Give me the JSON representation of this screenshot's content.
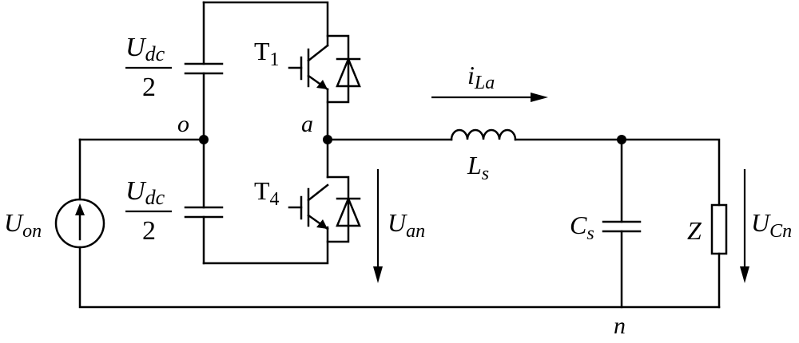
{
  "labels": {
    "udc_top": {
      "main": "U",
      "sub": "dc",
      "den": "2"
    },
    "udc_bot": {
      "main": "U",
      "sub": "dc",
      "den": "2"
    },
    "t1": {
      "main": "T",
      "sub": "1"
    },
    "t4": {
      "main": "T",
      "sub": "4"
    },
    "node_o": "o",
    "node_a": "a",
    "node_n": "n",
    "ila": {
      "main": "i",
      "sub": "La"
    },
    "ls": {
      "main": "L",
      "sub": "s"
    },
    "cs": {
      "main": "C",
      "sub": "s"
    },
    "z": "Z",
    "uon": {
      "main": "U",
      "sub": "on"
    },
    "uan": {
      "main": "U",
      "sub": "an"
    },
    "ucn": {
      "main": "U",
      "sub": "Cn"
    }
  }
}
